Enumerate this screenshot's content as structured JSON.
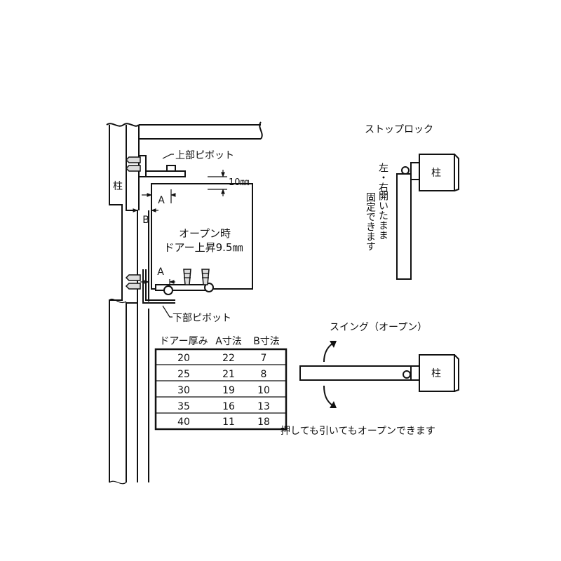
{
  "left_diagram": {
    "pillar_label": "柱",
    "upper_pivot_label": "上部ピボット",
    "lower_pivot_label": "下部ピボット",
    "dim_10mm": "10㎜",
    "dim_A": "A",
    "dim_B": "B",
    "door_note_line1": "オープン時",
    "door_note_line2": "ドアー上昇9.5㎜"
  },
  "table": {
    "headers": [
      "ドアー厚み",
      "A寸法",
      "B寸法"
    ],
    "rows": [
      [
        "20",
        "22",
        "7"
      ],
      [
        "25",
        "21",
        "8"
      ],
      [
        "30",
        "19",
        "10"
      ],
      [
        "35",
        "16",
        "13"
      ],
      [
        "40",
        "11",
        "18"
      ]
    ]
  },
  "stop_lock": {
    "title": "ストップロック",
    "pillar_label": "柱",
    "note_col1": "左・右",
    "note_col2": "開いたまま",
    "note_col3": "固定できます"
  },
  "swing": {
    "title": "スイング（オープン）",
    "pillar_label": "柱",
    "note": "押しても引いてもオープンできます"
  }
}
